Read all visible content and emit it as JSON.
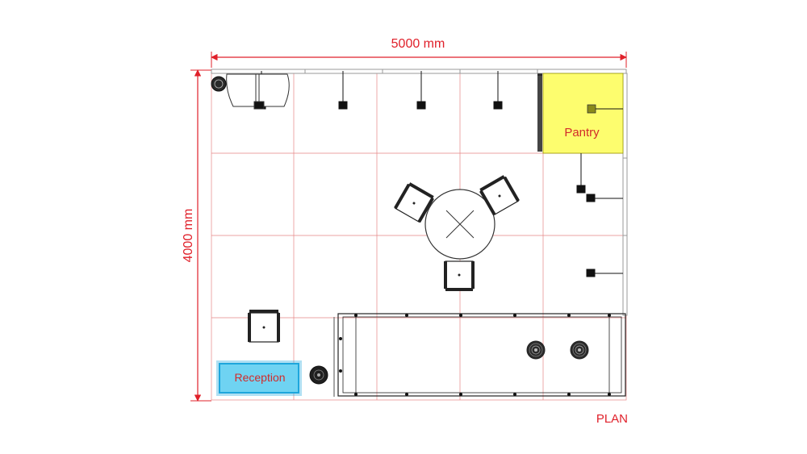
{
  "dimensions": {
    "width_label": "5000 mm",
    "depth_label": "4000 mm"
  },
  "rooms": {
    "pantry_label": "Pantry",
    "reception_label": "Reception"
  },
  "view_label": "PLAN",
  "colors": {
    "dimension": "#e0202a",
    "grid": "#e58585",
    "pantry_fill": "#fdfd6e",
    "reception_fill": "#6fd3f2",
    "reception_border": "#1ea6dc",
    "line": "#111111",
    "wall": "#c8c8c8"
  }
}
